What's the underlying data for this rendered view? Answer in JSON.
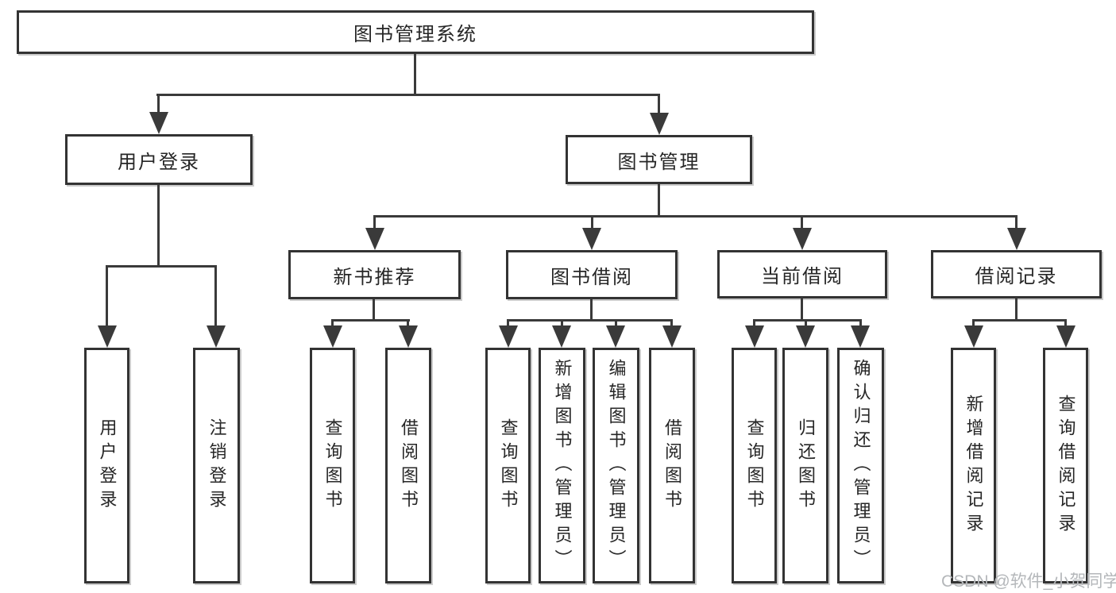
{
  "tree": {
    "root": "图书管理系统",
    "branches": [
      {
        "label": "用户登录",
        "children": [
          "用户登录",
          "注销登录"
        ]
      },
      {
        "label": "图书管理",
        "children": [
          {
            "label": "新书推荐",
            "children": [
              "查询图书",
              "借阅图书"
            ]
          },
          {
            "label": "图书借阅",
            "children": [
              "查询图书",
              "新增图书（管理员）",
              "编辑图书（管理员）",
              "借阅图书"
            ]
          },
          {
            "label": "当前借阅",
            "children": [
              "查询图书",
              "归还图书",
              "确认归还（管理员）"
            ]
          },
          {
            "label": "借阅记录",
            "children": [
              "新增借阅记录",
              "查询借阅记录"
            ]
          }
        ]
      }
    ]
  },
  "watermark": {
    "text": "CSDN @软件_小贺同学"
  },
  "colors": {
    "line": "#3a3a3a",
    "box_border": "#333333",
    "text": "#262626",
    "background": "#ffffff",
    "watermark": "#b4b7ba"
  }
}
